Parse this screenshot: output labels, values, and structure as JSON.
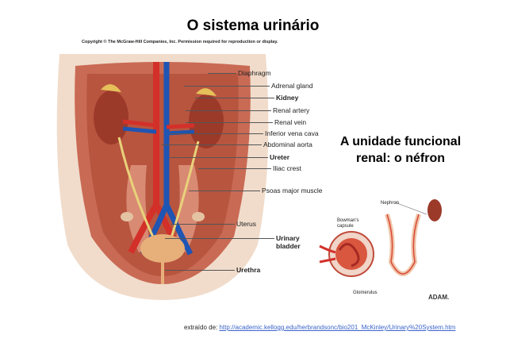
{
  "title": "O sistema urinário",
  "copyright": "Copyright © The McGraw-Hill Companies, Inc. Permission required for reproduction or display.",
  "anatomy_labels": [
    {
      "text": "Diaphragm",
      "bold": false
    },
    {
      "text": "Adrenal gland",
      "bold": false
    },
    {
      "text": "Kidney",
      "bold": true
    },
    {
      "text": "Renal artery",
      "bold": false
    },
    {
      "text": "Renal vein",
      "bold": false
    },
    {
      "text": "Inferior vena cava",
      "bold": false
    },
    {
      "text": "Abdominal aorta",
      "bold": false
    },
    {
      "text": "Ureter",
      "bold": true
    },
    {
      "text": "Iliac crest",
      "bold": false
    },
    {
      "text": "Psoas major muscle",
      "bold": false
    },
    {
      "text": "Uterus",
      "bold": false
    },
    {
      "text": "Urinary\nbladder",
      "bold": true
    },
    {
      "text": "Urethra",
      "bold": true
    }
  ],
  "nephron_title": "A unidade funcional renal: o néfron",
  "nephron_labels": {
    "nephron": "Nephron",
    "bowmans_capsule": "Bowman's\ncapsule",
    "glomerulus": "Glomerulus",
    "logo": "ADAM."
  },
  "source": {
    "prefix": "extraído de: ",
    "url": "http://academic.kellogg.edu/herbrandsonc/bio201_McKinley/Urinary%20System.htm"
  },
  "colors": {
    "artery": "#d3302a",
    "vein": "#1f55b3",
    "kidney": "#9c3a2a",
    "muscle": "#c96a55",
    "skin": "#f1dccb"
  }
}
